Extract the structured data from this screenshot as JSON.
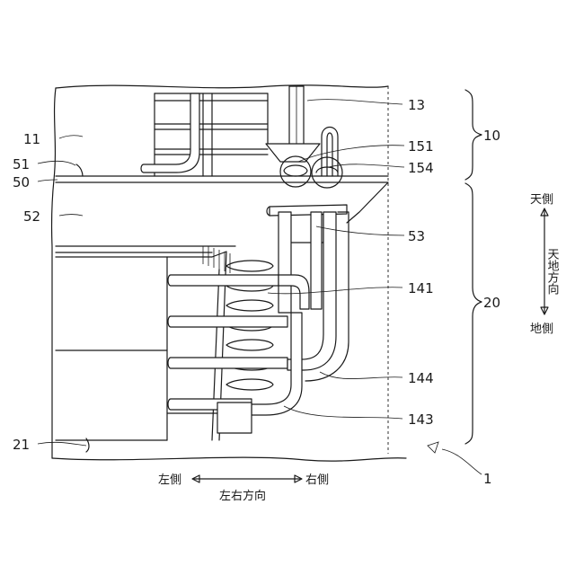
{
  "labels": {
    "l11": "11",
    "l51": "51",
    "l50": "50",
    "l52": "52",
    "l21": "21",
    "l13": "13",
    "l151": "151",
    "l154": "154",
    "l53": "53",
    "l141": "141",
    "l144": "144",
    "l143": "143",
    "l10": "10",
    "l20": "20",
    "l1": "1"
  },
  "directions": {
    "top_side": "天側",
    "vertical_line1": "天地",
    "vertical_line2": "方向",
    "ground_side": "地側",
    "left_side": "左側",
    "horizontal": "左右方向",
    "right_side": "右側"
  }
}
